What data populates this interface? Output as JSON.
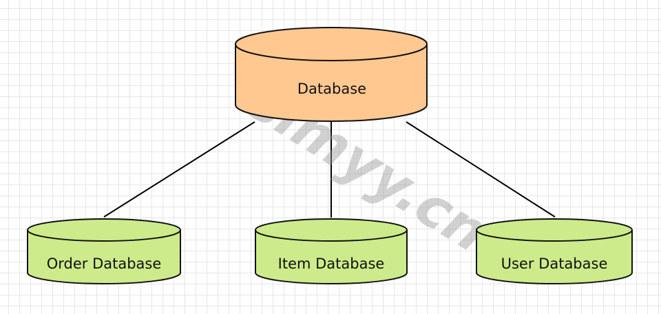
{
  "diagram": {
    "central": {
      "label": "Database",
      "fill": "#ffc891"
    },
    "children": [
      {
        "label": "Order Database",
        "fill": "#cdeb8b"
      },
      {
        "label": "Item Database",
        "fill": "#cdeb8b"
      },
      {
        "label": "User Database",
        "fill": "#cdeb8b"
      }
    ],
    "watermark": "simyy.cn"
  }
}
